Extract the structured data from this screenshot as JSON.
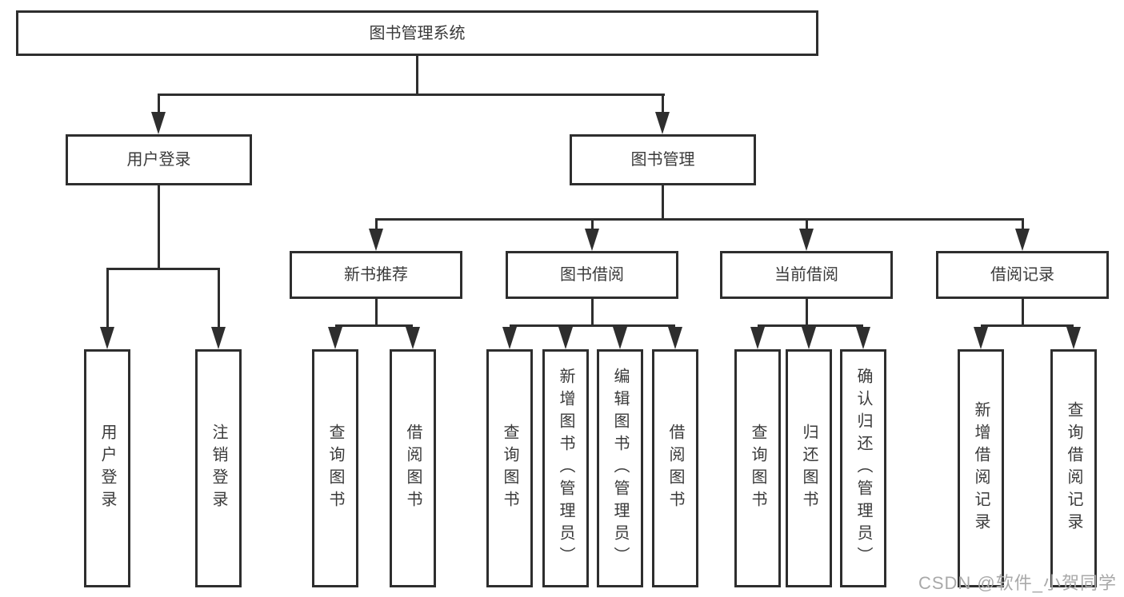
{
  "tree": {
    "root": "图书管理系统",
    "level2": [
      "用户登录",
      "图书管理"
    ],
    "level3": [
      "新书推荐",
      "图书借阅",
      "当前借阅",
      "借阅记录"
    ],
    "leaves": {
      "user_login": [
        "用户登录",
        "注销登录"
      ],
      "new_book_recommend": [
        "查询图书",
        "借阅图书"
      ],
      "book_borrow": [
        "查询图书",
        "新增图书（管理员）",
        "编辑图书（管理员）",
        "借阅图书"
      ],
      "current_borrow": [
        "查询图书",
        "归还图书",
        "确认归还（管理员）"
      ],
      "borrow_record": [
        "新增借阅记录",
        "查询借阅记录"
      ]
    }
  },
  "watermark": "CSDN @软件_小贺同学",
  "colors": {
    "line": "#2e2e2e",
    "text": "#3a3a3a",
    "watermark": "#a9a9a9",
    "background": "#ffffff"
  }
}
